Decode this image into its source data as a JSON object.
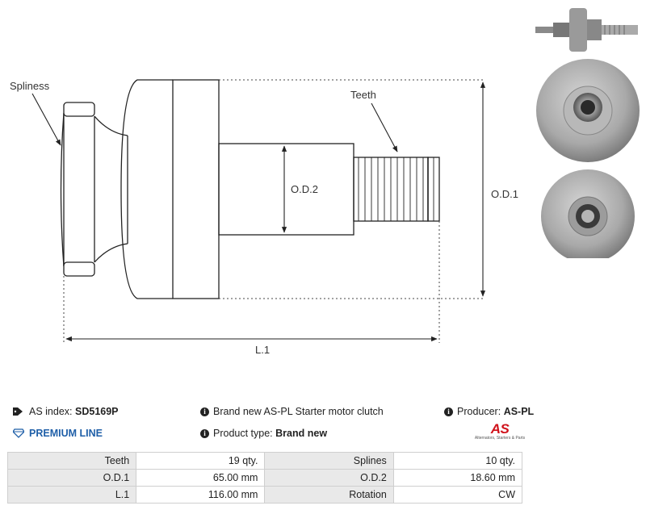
{
  "drawing": {
    "labels": {
      "spliness": "Spliness",
      "teeth": "Teeth",
      "od1": "O.D.1",
      "od2": "O.D.2",
      "l1": "L.1"
    }
  },
  "info": {
    "as_index_label": "AS index:",
    "as_index_value": "SD5169P",
    "premium_line": "PREMIUM LINE",
    "description": "Brand new AS-PL Starter motor clutch",
    "product_type_label": "Product type:",
    "product_type_value": "Brand new",
    "producer_label": "Producer:",
    "producer_value": "AS-PL",
    "logo_mark": "AS",
    "logo_tagline": "Alternators, Starters & Parts"
  },
  "specs": {
    "rows": [
      {
        "label1": "Teeth",
        "value1": "19 qty.",
        "label2": "Splines",
        "value2": "10 qty."
      },
      {
        "label1": "O.D.1",
        "value1": "65.00 mm",
        "label2": "O.D.2",
        "value2": "18.60 mm"
      },
      {
        "label1": "L.1",
        "value1": "116.00 mm",
        "label2": "Rotation",
        "value2": "CW"
      }
    ]
  },
  "colors": {
    "premium_blue": "#1f5fa8",
    "logo_red": "#d0121b",
    "table_label_bg": "#e9e9e9"
  }
}
